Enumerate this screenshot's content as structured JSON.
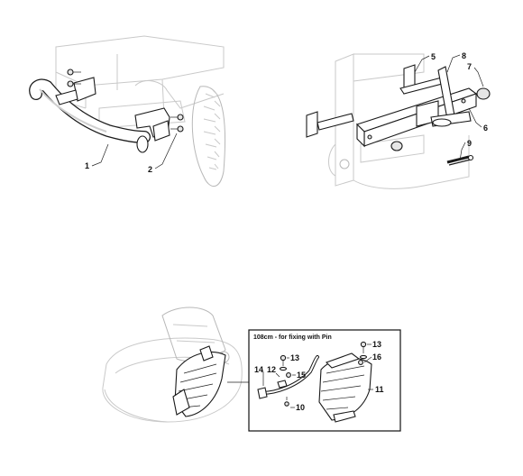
{
  "diagram": {
    "callouts": [
      {
        "id": "1",
        "label": "1"
      },
      {
        "id": "2",
        "label": "2"
      },
      {
        "id": "5",
        "label": "5"
      },
      {
        "id": "8",
        "label": "8"
      },
      {
        "id": "7",
        "label": "7"
      },
      {
        "id": "6",
        "label": "6"
      },
      {
        "id": "9",
        "label": "9"
      },
      {
        "id": "13a",
        "label": "13"
      },
      {
        "id": "12",
        "label": "12"
      },
      {
        "id": "15",
        "label": "15"
      },
      {
        "id": "14",
        "label": "14"
      },
      {
        "id": "10",
        "label": "10"
      },
      {
        "id": "13b",
        "label": "13"
      },
      {
        "id": "16",
        "label": "16"
      },
      {
        "id": "11",
        "label": "11"
      }
    ],
    "inset": {
      "title": "108cm - for fixing with Pin"
    }
  }
}
